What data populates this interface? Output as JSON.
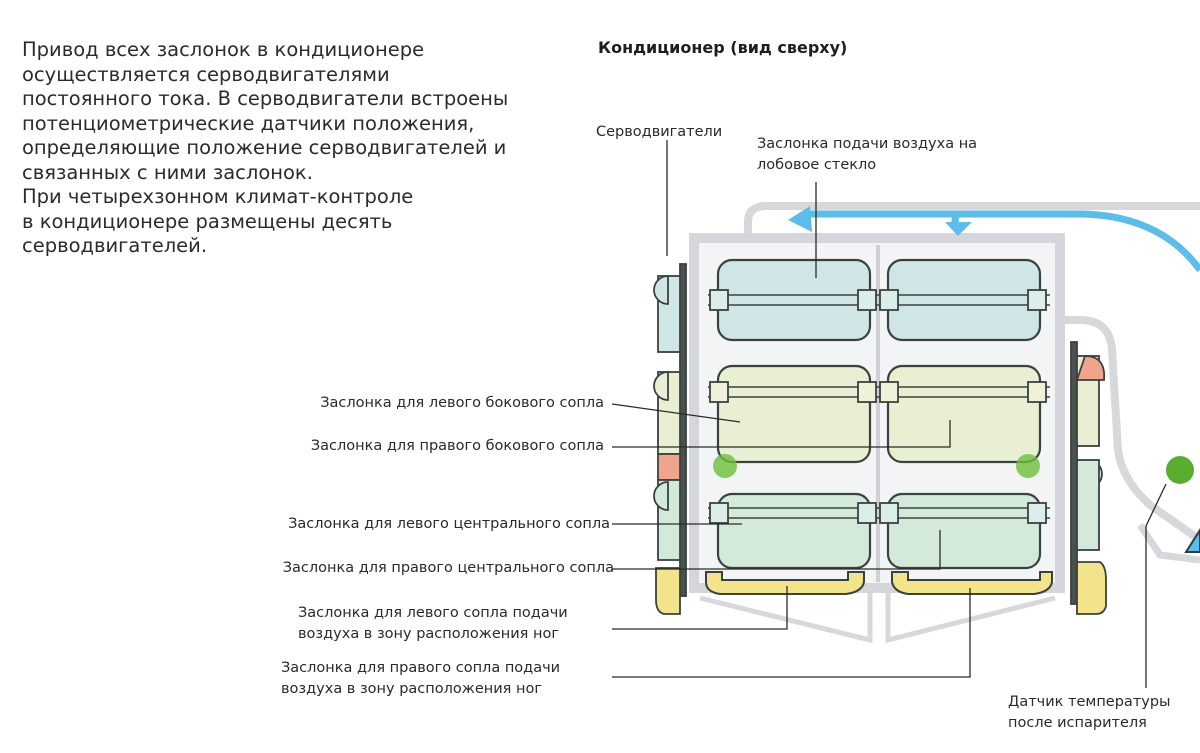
{
  "intro": {
    "lines": [
      "Привод всех заслонок в кондиционере",
      "осуществляется серводвигателями",
      "постоянного тока. В серводвигатели встроены",
      "потенциометрические датчики положения,",
      "определяющие положение серводвигателей и",
      "связанных с ними заслонок.",
      "При четырехзонном климат-контроле",
      "в кондиционере размещены десять",
      "серводвигателей."
    ]
  },
  "diagram": {
    "title": "Кондиционер (вид сверху)",
    "labels": {
      "servomotors": "Серводвигатели",
      "windshield_flap": [
        "Заслонка подачи воздуха на",
        "лобовое стекло"
      ],
      "left_side_vent": "Заслонка для левого бокового сопла",
      "right_side_vent": "Заслонка для правого бокового сопла",
      "left_center_vent": "Заслонка для левого центрального сопла",
      "right_center_vent": "Заслонка для правого центрального сопла",
      "left_footwell": [
        "Заслонка для левого сопла подачи",
        "воздуха в зону расположения ног"
      ],
      "right_footwell": [
        "Заслонка для правого сопла подачи",
        "воздуха в зону расположения ног"
      ],
      "evaporator_sensor": [
        "Датчик температуры",
        "после испарителя"
      ]
    },
    "colors": {
      "windshield_flap": "#cfe5e6",
      "side_flap": "#e9efd2",
      "center_flap": "#d3eadb",
      "footwell_flap": "#f3e38a",
      "airflow": "#5bbde8",
      "sensor": "#5aad2e",
      "housing": "#d4d6db",
      "outline": "#3a4240",
      "servo_red": "#f0a48e"
    }
  }
}
